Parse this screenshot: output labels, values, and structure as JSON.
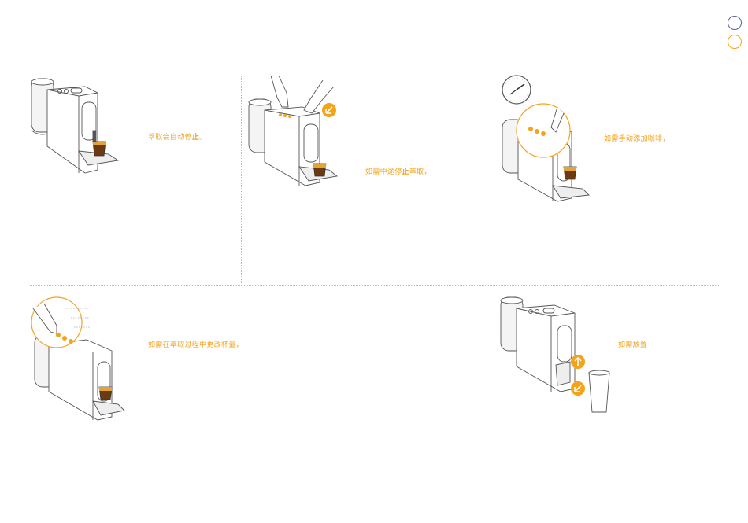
{
  "captions": {
    "step1": {
      "pre": "萃取会自动停",
      "bold": "止",
      "post": "。"
    },
    "step2": {
      "pre": "如需中途停",
      "bold": "止",
      "post": "萃取，"
    },
    "step3": {
      "pre": "如需手动添加咖啡，",
      "bold": "",
      "post": ""
    },
    "step4": {
      "pre": "如需在萃取过程中更改杯量，",
      "bold": "",
      "post": ""
    },
    "step5": {
      "pre": "如需放置",
      "bold": "",
      "post": ""
    }
  },
  "colors": {
    "accent": "#f5a31a",
    "indicator_top": "#5b5fa8",
    "indicator_bottom": "#f5a31a",
    "line": "#555555",
    "coffee": "#6b3a12"
  },
  "icons": [
    "coffee-machine-icon",
    "hand-icon",
    "arrow-button-icon",
    "clock-icon",
    "cup-icon"
  ]
}
